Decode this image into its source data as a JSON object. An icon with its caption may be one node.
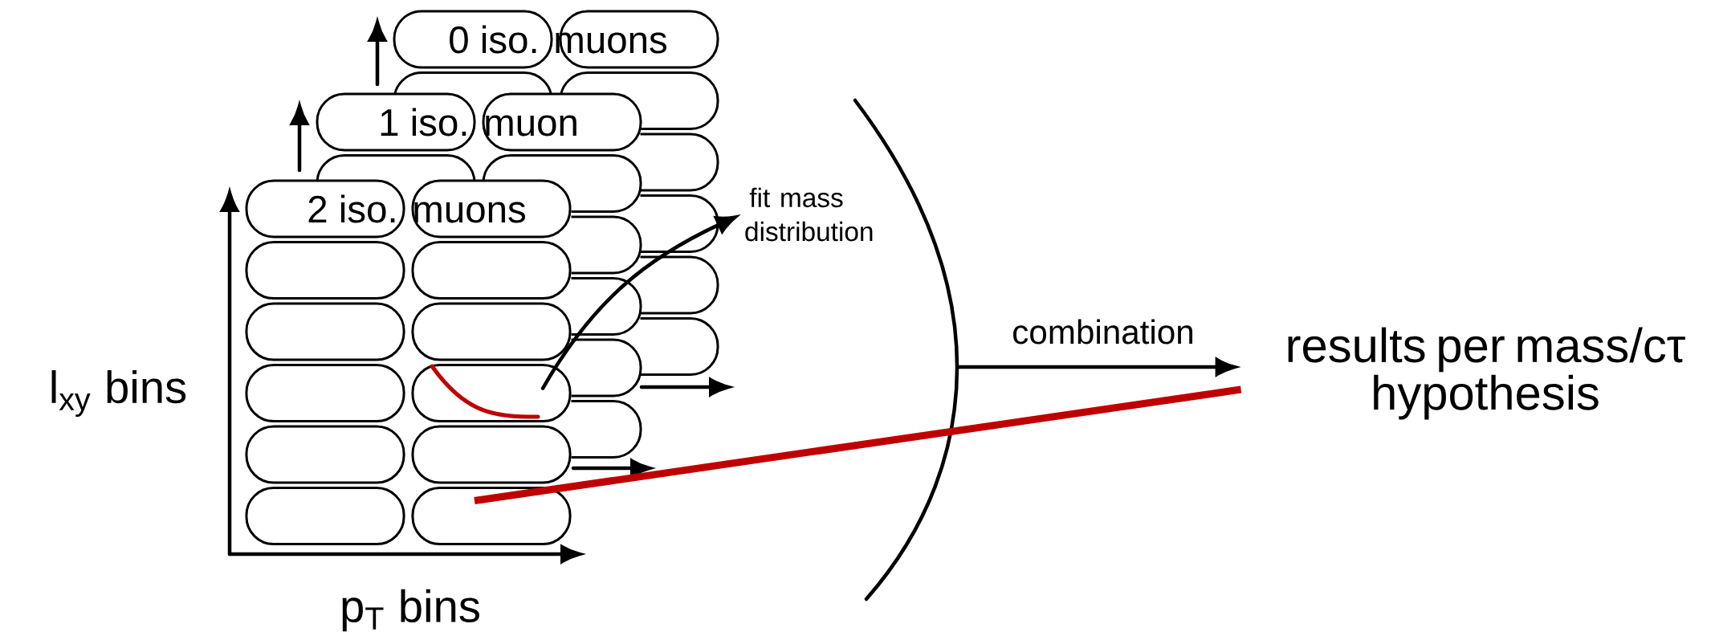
{
  "diagram": {
    "nodes": [
      {
        "text": [
          "0 iso. muons"
        ]
      },
      {
        "text": [
          "1 iso. muon"
        ]
      },
      {
        "text": [
          "2 iso. muons"
        ]
      },
      {
        "text": [],
        "shape": "pill"
      },
      {
        "text": [],
        "shape": "pill"
      },
      {
        "text": [],
        "shape": "pill"
      },
      {
        "text": [],
        "shape": "pill"
      },
      {
        "text": [],
        "shape": "pill"
      },
      {
        "text": [],
        "shape": "pill"
      },
      {
        "text": [],
        "shape": "pill"
      },
      {
        "text": [],
        "shape": "pill"
      },
      {
        "text": [],
        "shape": "pill"
      },
      {
        "text": [],
        "shape": "pill"
      },
      {
        "text": [
          "fit mass distribution"
        ]
      },
      {
        "text": [],
        "shape": "arc"
      },
      {
        "text": [
          "results per mass/cτ hypothesis"
        ]
      }
    ],
    "edges": [
      {
        "from": 8,
        "to": 13,
        "arrow": "to"
      },
      {
        "from": 14,
        "to": 15,
        "arrow": "to",
        "label": "combination"
      },
      {
        "from": 12,
        "to": 15,
        "arrow": "none",
        "style": "thick",
        "color": "#c00000"
      }
    ],
    "labels": [
      "l$_{xy}$ bins",
      "p$_{T}$ bins"
    ]
  }
}
